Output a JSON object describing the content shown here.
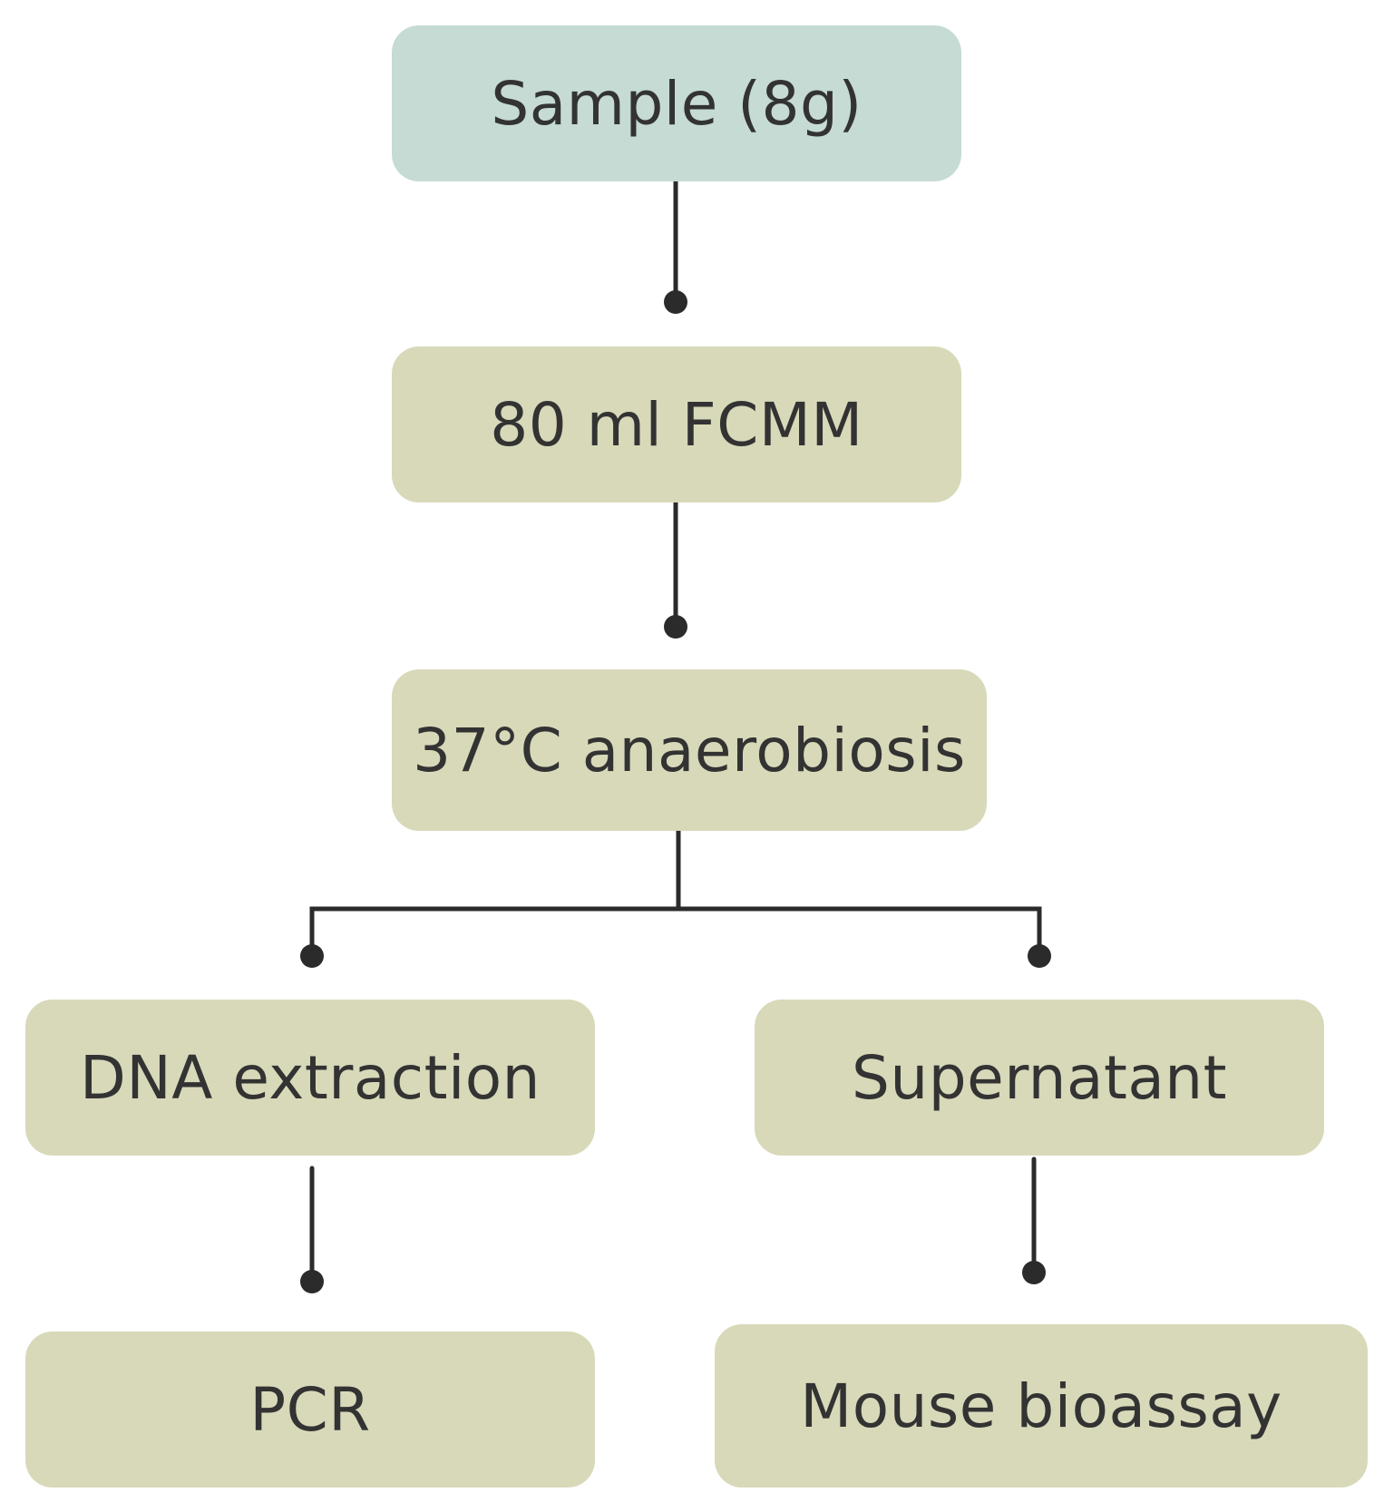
{
  "nodes": {
    "sample": "Sample (8g)",
    "fcmm": "80 ml FCMM",
    "anaerobiosis": "37°C anaerobiosis",
    "dna_extraction": "DNA extraction",
    "supernatant": "Supernatant",
    "pcr": "PCR",
    "mouse_bioassay": "Mouse bioassay"
  },
  "colors": {
    "start_fill": "#c5dbd3",
    "step_fill": "#d8d9b9",
    "connector": "#2b2b2b",
    "text": "#333333"
  }
}
